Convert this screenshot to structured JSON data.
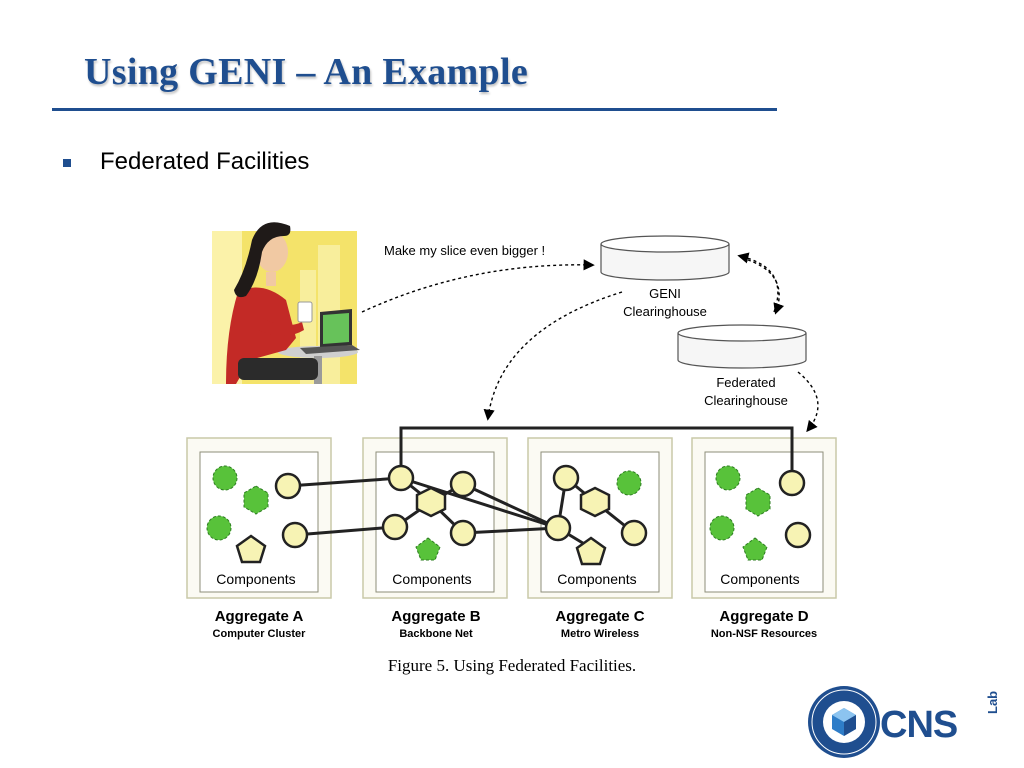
{
  "slide": {
    "title": "Using GENI – An Example",
    "bullet": "Federated Facilities"
  },
  "figure": {
    "speech": "Make my slice even bigger !",
    "geni_label_line1": "GENI",
    "geni_label_line2": "Clearinghouse",
    "federated_label_line1": "Federated",
    "federated_label_line2": "Clearinghouse",
    "components_label": "Components",
    "aggregates": [
      {
        "name": "Aggregate A",
        "subtitle": "Computer Cluster"
      },
      {
        "name": "Aggregate B",
        "subtitle": "Backbone Net"
      },
      {
        "name": "Aggregate C",
        "subtitle": "Metro Wireless"
      },
      {
        "name": "Aggregate D",
        "subtitle": "Non-NSF Resources"
      }
    ],
    "caption": "Figure 5. Using Federated Facilities."
  },
  "logo": {
    "word": "CNS",
    "lab": "Lab"
  },
  "colors": {
    "title_blue": "#1f4e8f",
    "node_fill": "#f7f3b4",
    "green_fill": "#58c23a",
    "box_border": "#c9c9a8",
    "box_fill": "#fbfaf3"
  }
}
